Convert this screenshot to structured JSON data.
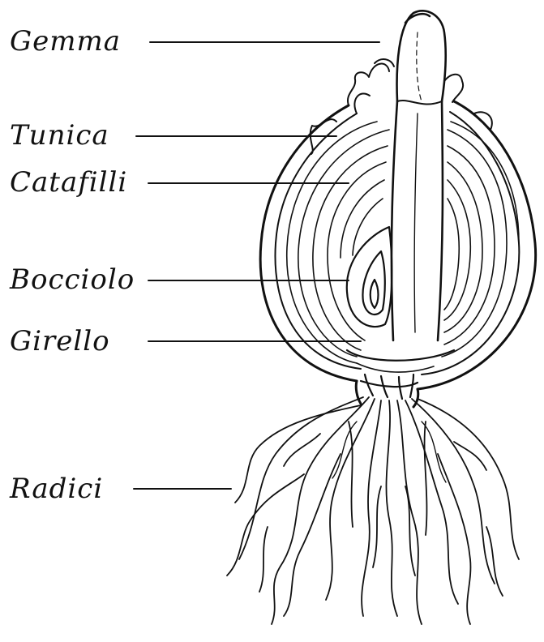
{
  "labels": {
    "gemma": "Gemma",
    "tunica": "Tunica",
    "catafilli": "Catafilli",
    "bocciolo": "Bocciolo",
    "girello": "Girello",
    "radici": "Radici"
  },
  "colors": {
    "ink": "#111111",
    "background": "#ffffff"
  }
}
